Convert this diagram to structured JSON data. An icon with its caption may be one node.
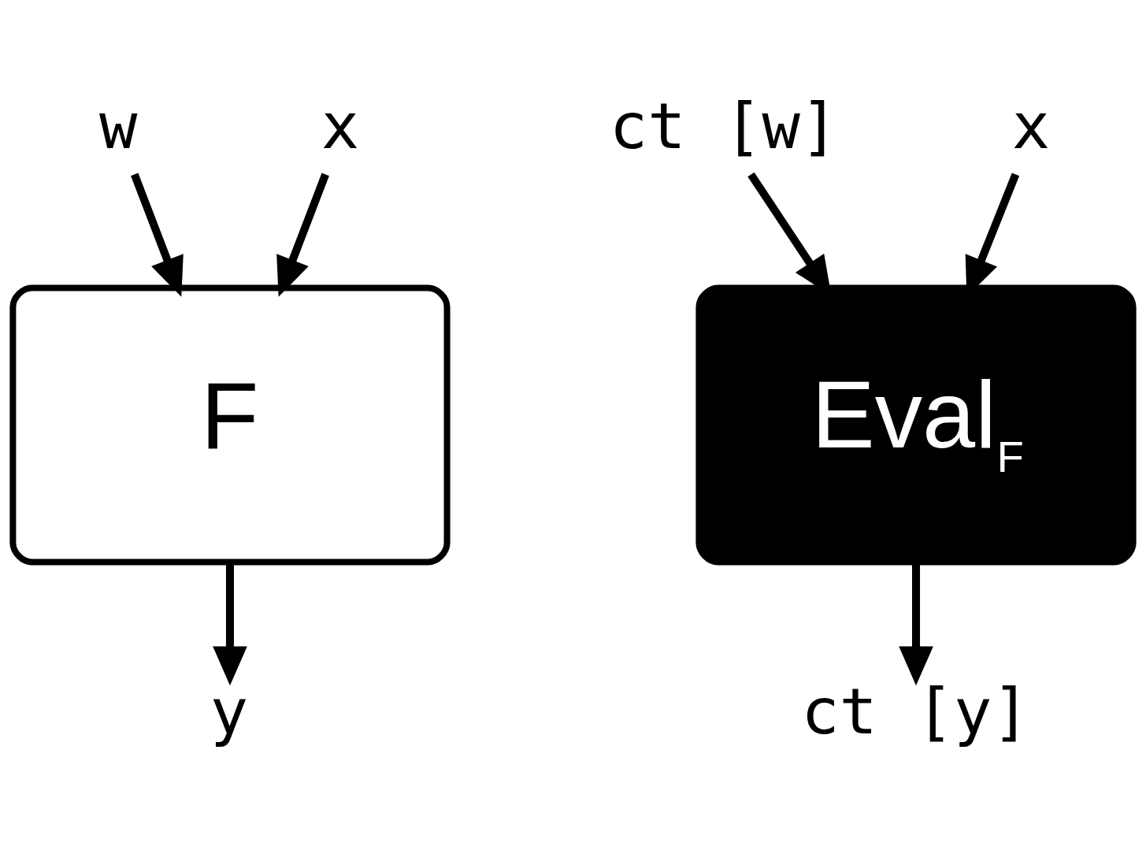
{
  "diagram": {
    "nodes": [
      {
        "text": [
          "w"
        ]
      },
      {
        "text": [
          "x"
        ]
      },
      {
        "text": [
          "F"
        ]
      },
      {
        "text": [
          "y"
        ]
      },
      {
        "text": [
          "ct [w]"
        ]
      },
      {
        "text": [
          "x"
        ]
      },
      {
        "text": [
          "Eval$_{F}$"
        ]
      },
      {
        "text": [
          "ct [y]"
        ]
      }
    ],
    "edges": [
      {
        "from": 0,
        "to": 2,
        "arrow": "to"
      },
      {
        "from": 1,
        "to": 2,
        "arrow": "to"
      },
      {
        "from": 2,
        "to": 3,
        "arrow": "to"
      },
      {
        "from": 4,
        "to": 6,
        "arrow": "to"
      },
      {
        "from": 5,
        "to": 6,
        "arrow": "to"
      },
      {
        "from": 6,
        "to": 7,
        "arrow": "to"
      }
    ]
  }
}
